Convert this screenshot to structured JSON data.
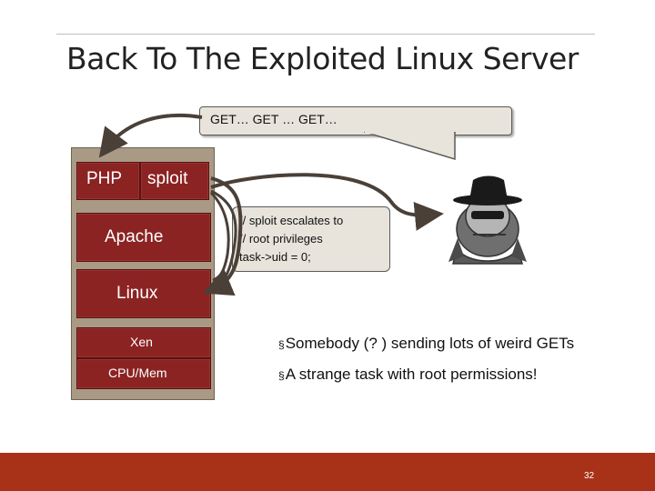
{
  "slide": {
    "title": "Back To The Exploited Linux Server",
    "page_number": "32"
  },
  "request_bubble": {
    "text": "GET… GET … GET…"
  },
  "stack": {
    "php": "PHP",
    "sploit": "sploit",
    "apache": "Apache",
    "linux": "Linux",
    "xen": "Xen",
    "cpu": "CPU/Mem"
  },
  "code_box": {
    "lines": [
      "// sploit escalates to",
      "// root privileges",
      "task->uid = 0;"
    ]
  },
  "bullets": [
    {
      "mark": "§",
      "text": "Somebody (? ) sending lots of weird GETs"
    },
    {
      "mark": "§",
      "text": "A strange task with root permissions!"
    }
  ],
  "colors": {
    "layer": "#8b2323",
    "stack_background": "#a99a86",
    "footer": "#a83218",
    "bubble": "#e8e4dc"
  },
  "icons": [
    "spy-icon"
  ]
}
